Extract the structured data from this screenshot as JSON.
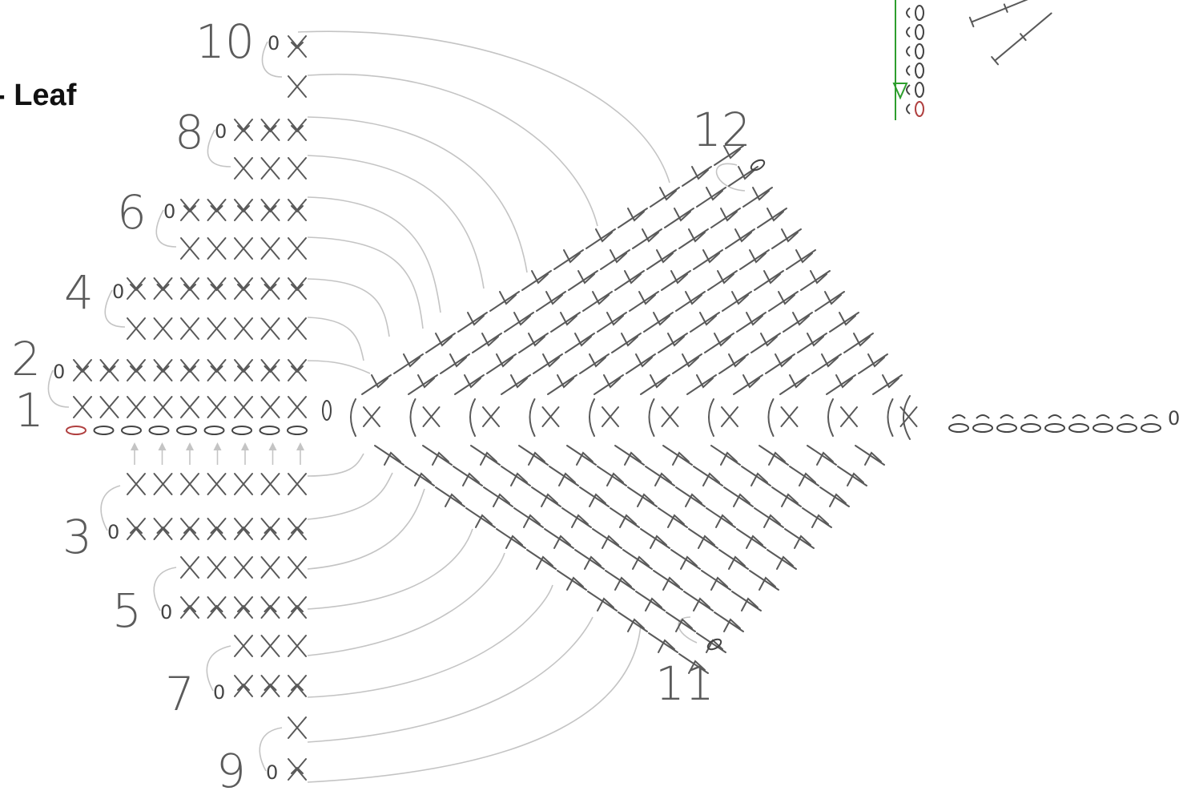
{
  "title": "- Leaf",
  "row_numbers": [
    {
      "label": "1",
      "row": 1
    },
    {
      "label": "2",
      "row": 2
    },
    {
      "label": "3",
      "row": 3
    },
    {
      "label": "4",
      "row": 4
    },
    {
      "label": "5",
      "row": 5
    },
    {
      "label": "6",
      "row": 6
    },
    {
      "label": "7",
      "row": 7
    },
    {
      "label": "8",
      "row": 8
    },
    {
      "label": "9",
      "row": 9
    },
    {
      "label": "10",
      "row": 10
    },
    {
      "label": "11",
      "row": 11
    },
    {
      "label": "12",
      "row": 12
    }
  ],
  "turning_chain_symbol": "0",
  "stitch_counts": {
    "row_1": 9,
    "row_2": 9,
    "row_3": 7,
    "row_4": 7,
    "row_5": 5,
    "row_6": 5,
    "row_7": 3,
    "row_8": 3,
    "row_9": 1,
    "row_10": 1
  },
  "stem_chain_count": 9,
  "colors": {
    "line": "#595959",
    "arrow": "#c4c4c4",
    "start_chain": "#b04040",
    "corner_marker": "#2e9e2e"
  }
}
